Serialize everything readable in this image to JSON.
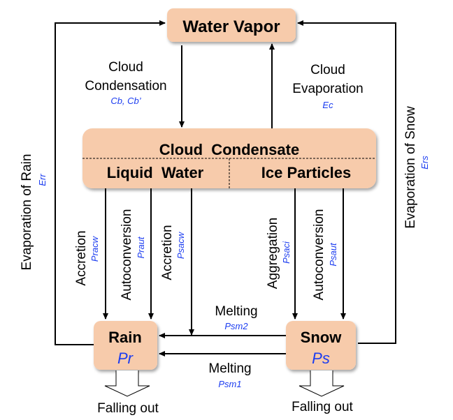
{
  "nodes": {
    "water_vapor": "Water Vapor",
    "cloud_condensate": "Cloud  Condensate",
    "liquid_water": "Liquid  Water",
    "ice_particles": "Ice Particles",
    "rain": "Rain",
    "rain_symbol": "Pr",
    "snow": "Snow",
    "snow_symbol": "Ps"
  },
  "processes": {
    "cloud_condensation": {
      "line1": "Cloud",
      "line2": "Condensation",
      "symbol": "Cb, Cb’"
    },
    "cloud_evaporation": {
      "line1": "Cloud",
      "line2": "Evaporation",
      "symbol": "Ec"
    },
    "evaporation_rain": {
      "label": "Evaporation of Rain",
      "symbol": "Err"
    },
    "evaporation_snow": {
      "label": "Evaporation of Snow",
      "symbol": "Ers"
    },
    "accretion_rain": {
      "label": "Accretion",
      "symbol": "Pracw"
    },
    "autoconversion_rain": {
      "label": "Autoconversion",
      "symbol": "Praut"
    },
    "accretion_snow": {
      "label": "Accretion",
      "symbol": "Psacw"
    },
    "aggregation": {
      "label": "Aggregation",
      "symbol": "Psaci"
    },
    "autoconversion_snow": {
      "label": "Autoconversion",
      "symbol": "Psaut"
    },
    "melting2": {
      "label": "Melting",
      "symbol": "Psm2"
    },
    "melting1": {
      "label": "Melting",
      "symbol": "Psm1"
    }
  },
  "outputs": {
    "rain_falling": "Falling out",
    "snow_falling": "Falling out"
  },
  "colors": {
    "box_fill": "#f7cbab",
    "symbol_blue": "#1b3cf0"
  }
}
